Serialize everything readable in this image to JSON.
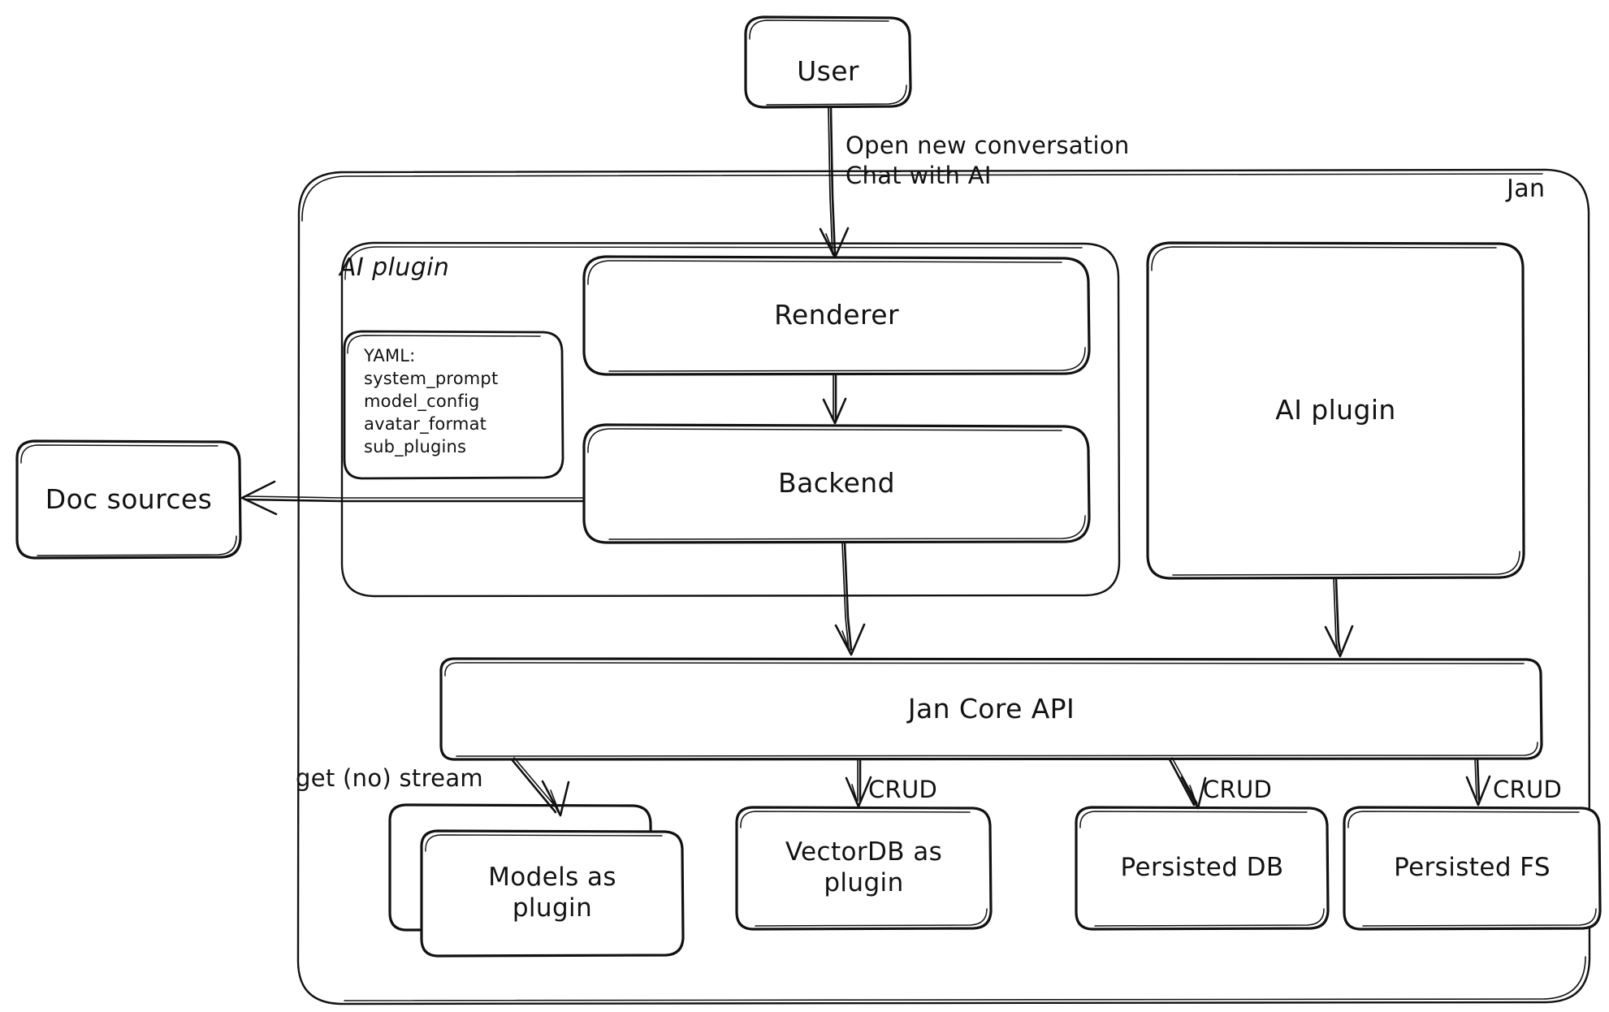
{
  "diagram": {
    "title": "Jan architecture",
    "style": "hand-drawn sketch",
    "stroke_color": "#121212",
    "fill_color": "#ffffff",
    "background": "#ffffff"
  },
  "containers": [
    {
      "id": "jan",
      "tag": "Jan"
    },
    {
      "id": "ai_plugin_group",
      "tag": "AI plugin"
    }
  ],
  "nodes": [
    {
      "id": "user",
      "label": "User"
    },
    {
      "id": "renderer",
      "label": "Renderer"
    },
    {
      "id": "backend",
      "label": "Backend"
    },
    {
      "id": "ai_plugin_right",
      "label": "AI plugin"
    },
    {
      "id": "doc_sources",
      "label": "Doc sources"
    },
    {
      "id": "jan_core_api",
      "label": "Jan Core API"
    },
    {
      "id": "models",
      "label": "Models as\nplugin"
    },
    {
      "id": "vectordb",
      "label": "VectorDB as\nplugin"
    },
    {
      "id": "persisted_db",
      "label": "Persisted DB"
    },
    {
      "id": "persisted_fs",
      "label": "Persisted FS"
    }
  ],
  "yaml_note": {
    "heading": "YAML:",
    "keys": [
      "system_prompt",
      "model_config",
      "avatar_format",
      "sub_plugins"
    ],
    "text": "YAML:\nsystem_prompt\nmodel_config\navatar_format\nsub_plugins"
  },
  "edges": [
    {
      "from": "user",
      "to": "renderer",
      "label": "Open new conversation\nChat with AI"
    },
    {
      "from": "renderer",
      "to": "backend",
      "label": ""
    },
    {
      "from": "backend",
      "to": "doc_sources",
      "label": ""
    },
    {
      "from": "backend",
      "to": "jan_core_api",
      "label": ""
    },
    {
      "from": "ai_plugin_right",
      "to": "jan_core_api",
      "label": ""
    },
    {
      "from": "jan_core_api",
      "to": "models",
      "label": "get (no) stream"
    },
    {
      "from": "jan_core_api",
      "to": "vectordb",
      "label": "CRUD"
    },
    {
      "from": "jan_core_api",
      "to": "persisted_db",
      "label": "CRUD"
    },
    {
      "from": "jan_core_api",
      "to": "persisted_fs",
      "label": "CRUD"
    }
  ],
  "edge_labels": {
    "user_to_renderer": "Open new conversation\nChat with AI",
    "to_models": "get (no) stream",
    "to_vectordb": "CRUD",
    "to_persisted_db": "CRUD",
    "to_persisted_fs": "CRUD"
  }
}
